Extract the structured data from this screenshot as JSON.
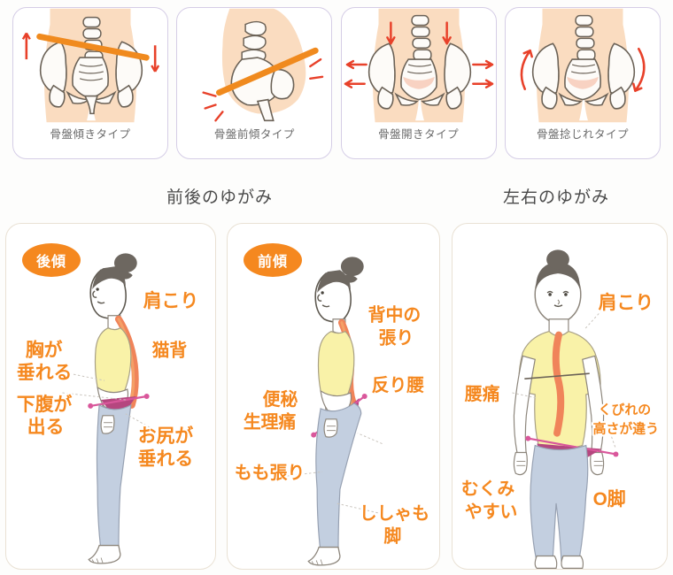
{
  "pelvis_section": {
    "cards": [
      {
        "id": "tilt",
        "caption": "骨盤傾きタイプ",
        "icon": "pelvis-tilt-icon"
      },
      {
        "id": "anterior",
        "caption": "骨盤前傾タイプ",
        "icon": "pelvis-anterior-tilt-icon"
      },
      {
        "id": "open",
        "caption": "骨盤開きタイプ",
        "icon": "pelvis-open-icon"
      },
      {
        "id": "twist",
        "caption": "骨盤捻じれタイプ",
        "icon": "pelvis-twist-icon"
      }
    ]
  },
  "headings": {
    "anterior_posterior": "前後のゆがみ",
    "left_right": "左右のゆがみ"
  },
  "body_section": {
    "cards": [
      {
        "id": "koukei",
        "badge": "後傾",
        "labels": {
          "shoulder": "肩こり",
          "hunchback": "猫背",
          "chest_line1": "胸が",
          "chest_line2": "垂れる",
          "belly_line1": "下腹が",
          "belly_line2": "出る",
          "hip_line1": "お尻が",
          "hip_line2": "垂れる"
        }
      },
      {
        "id": "zenkei",
        "badge": "前傾",
        "labels": {
          "back_line1": "背中の",
          "back_line2": "張り",
          "swayback": "反り腰",
          "consti_line1": "便秘",
          "consti_line2": "生理痛",
          "thigh": "もも張り",
          "calf_line1": "ししゃも",
          "calf_line2": "脚"
        }
      },
      {
        "id": "sayuu",
        "badge": "",
        "labels": {
          "shoulder": "肩こり",
          "lowback": "腰痛",
          "waist_line1": "くびれの",
          "waist_line2": "高さが違う",
          "swell_line1": "むくみ",
          "swell_line2": "やすい",
          "bowlegs": "O脚"
        }
      }
    ]
  },
  "colors": {
    "accent_orange": "#f5881f",
    "pelvis_card_border": "#d5cde6",
    "body_card_border": "#e9e1d4",
    "skin": "#fadcc0",
    "bone": "#fdfbf8",
    "bone_outline": "#6b6257",
    "arrow_red": "#e8412a",
    "shirt_yellow": "#f9f2a8",
    "pants_blue": "#c3cfe0",
    "spine_orange": "#f0845a",
    "pelvis_magenta": "#b5477f",
    "caption_gray": "#6b6b6b",
    "heading_gray": "#4a4a4a",
    "background": "#fdfdfc"
  }
}
